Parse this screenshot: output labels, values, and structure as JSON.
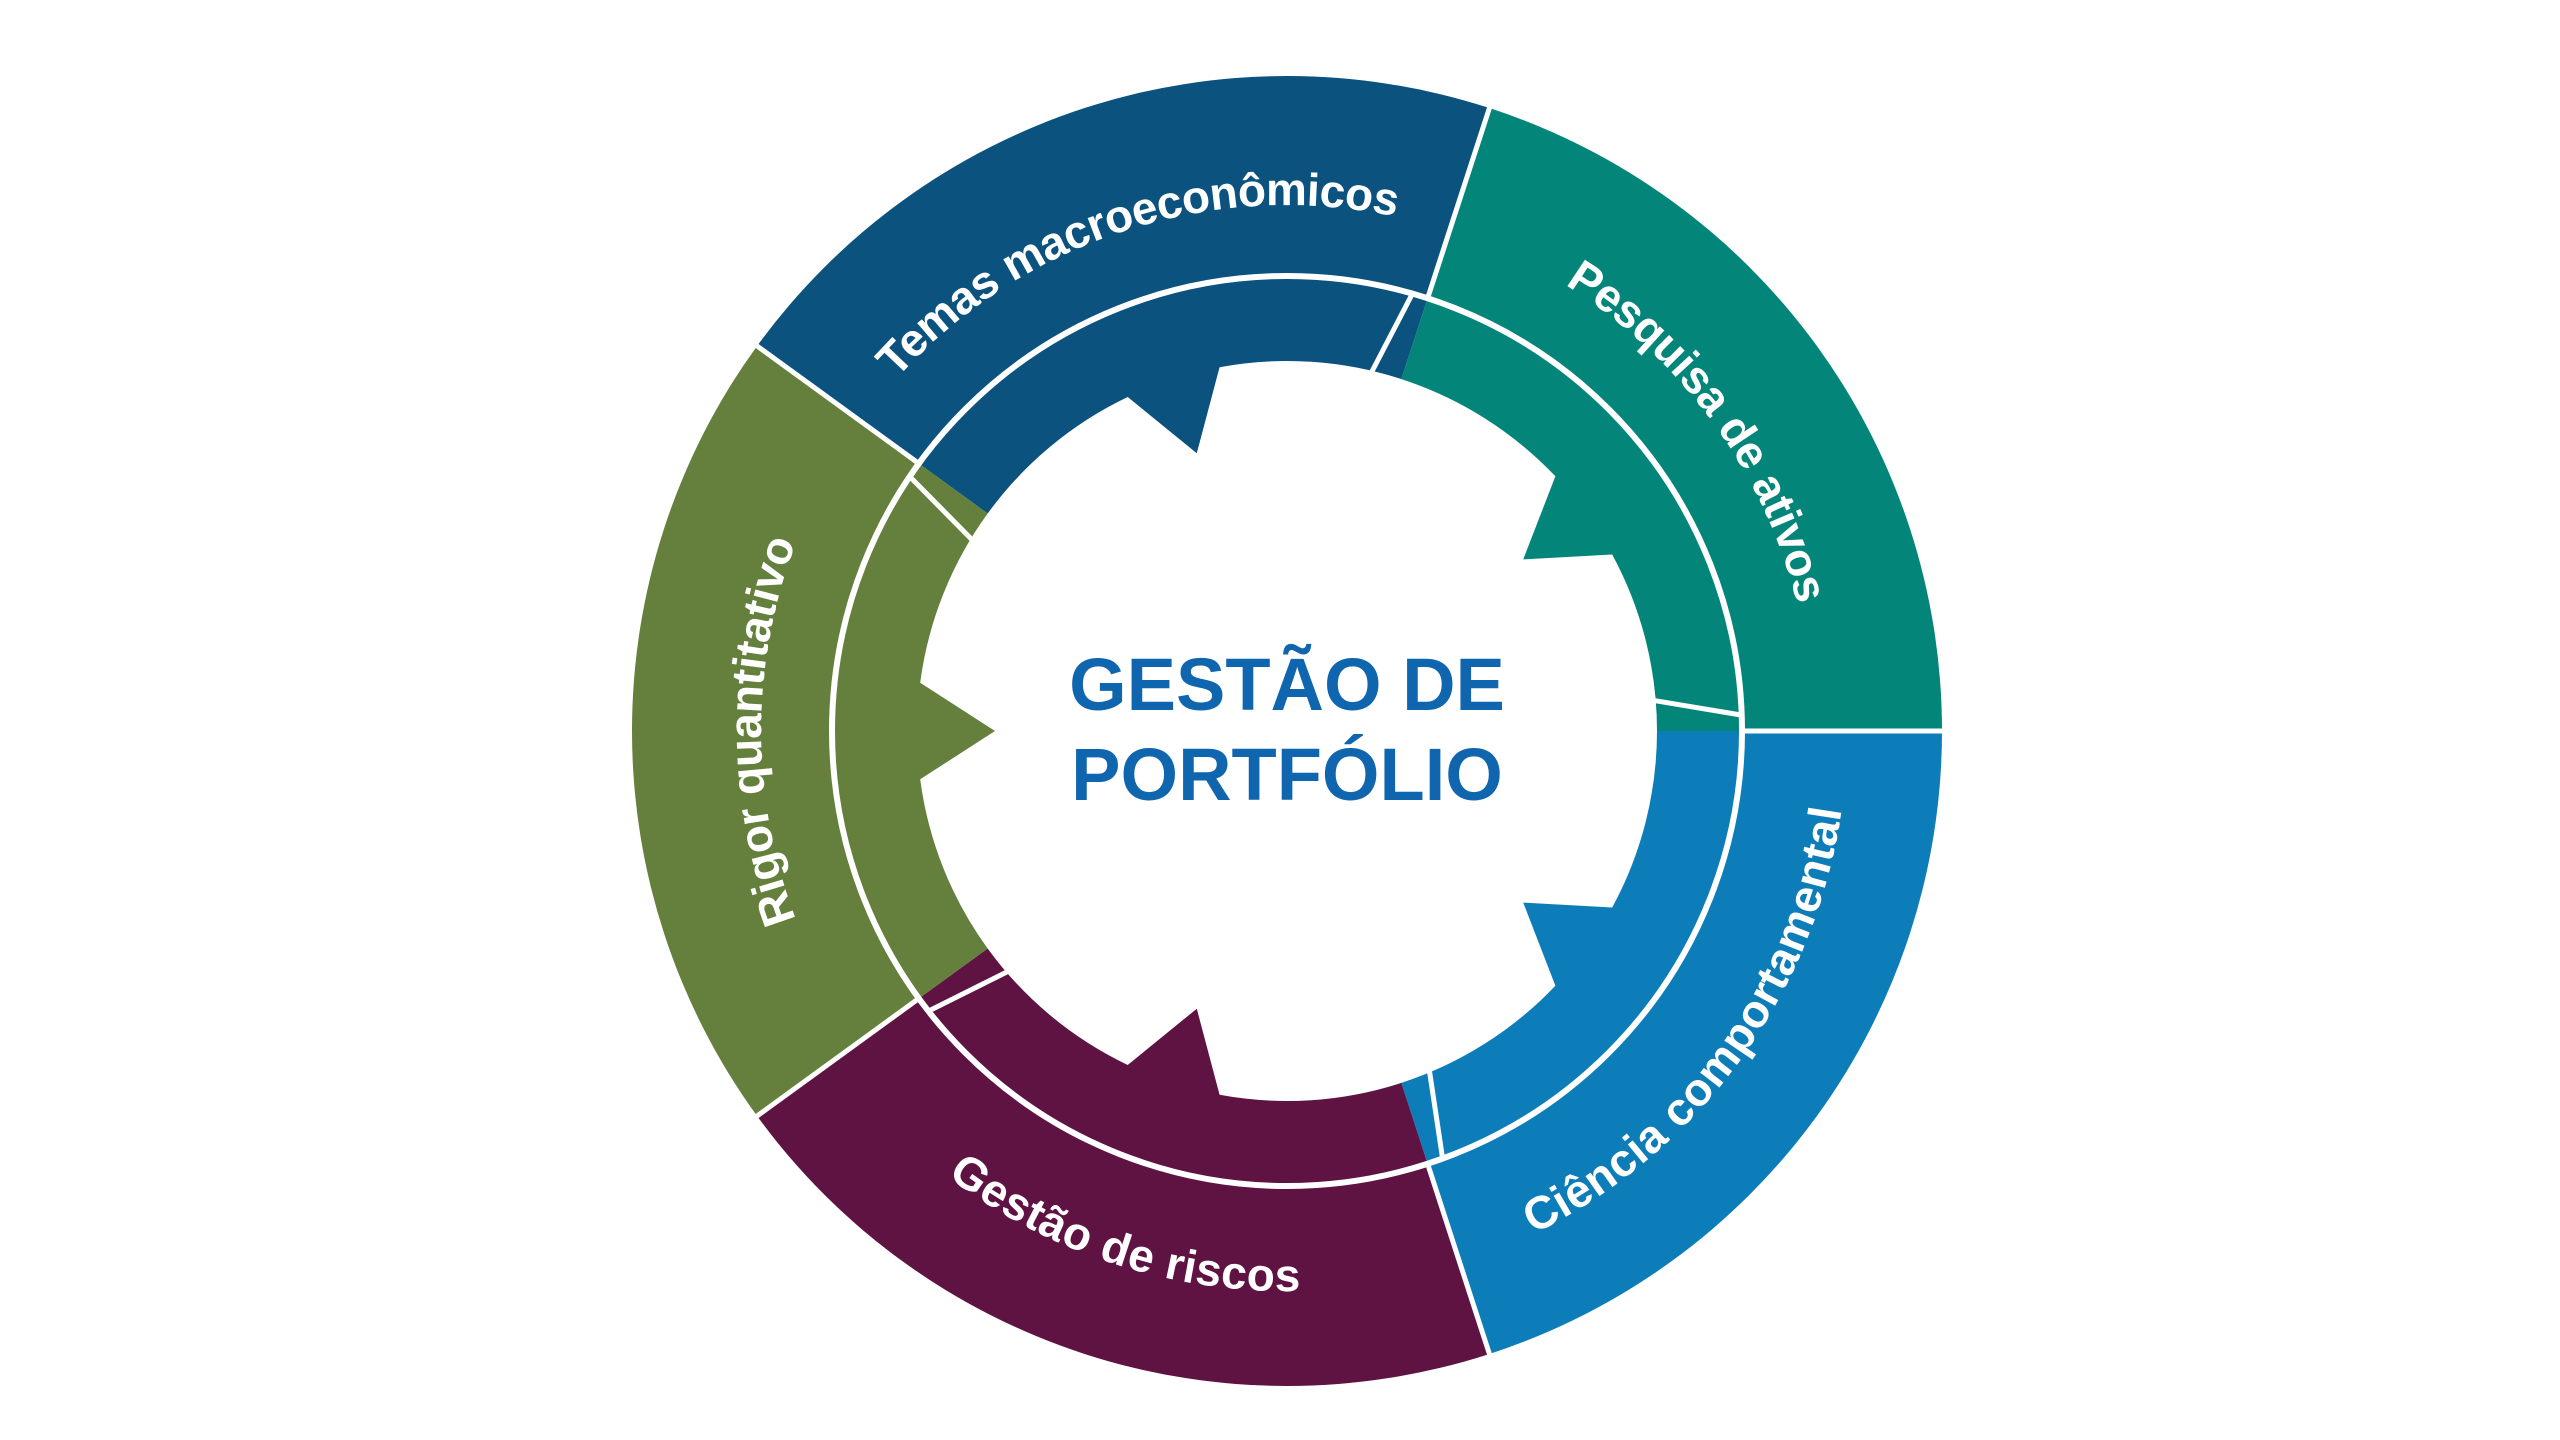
{
  "center": {
    "line1": "GESTÃO DE",
    "line2": "PORTFÓLIO",
    "color": "#0f65ae"
  },
  "segments": [
    {
      "id": "temas",
      "label": "Temas macroeconômicos",
      "color": "#0b527f"
    },
    {
      "id": "pesquisa",
      "label": "Pesquisa de ativos",
      "color": "#04857a"
    },
    {
      "id": "ciencia",
      "label": "Ciência comportamental",
      "color": "#0d7dba"
    },
    {
      "id": "riscos",
      "label": "Gestão de riscos",
      "color": "#5f1343"
    },
    {
      "id": "rigor",
      "label": "Rigor quantitativo",
      "color": "#65803d"
    }
  ],
  "divider_color": "#ffffff"
}
